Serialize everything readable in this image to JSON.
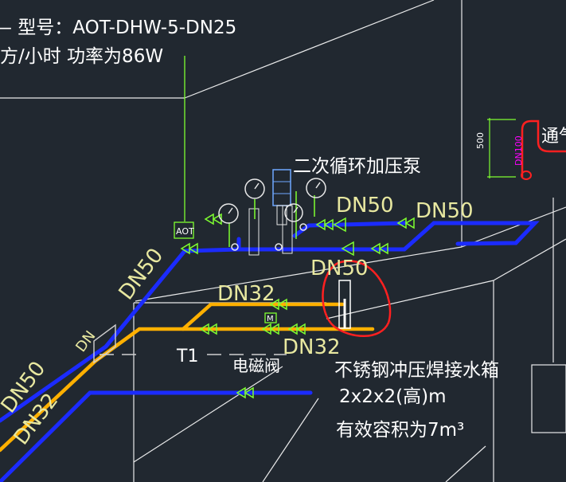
{
  "header": {
    "model_line": "—  型号：AOT-DHW-5-DN25",
    "power_line": "方/小时 功率为86W"
  },
  "labels": {
    "pump_title": "二次循环加压泵",
    "aot": "AOT",
    "dn50_diag": "DN50",
    "dn50_pump": "DN50",
    "dn50_right": "DN50",
    "dn50_tank": "DN50",
    "dn32_top": "DN32",
    "dn32_bottom": "DN32",
    "dn50_lower_left": "DN50",
    "dn32_lower_left": "DN32",
    "dn_small_diag": "DN",
    "m": "M",
    "t1": "T1",
    "solenoid": "电磁阀",
    "tank_title": "不锈钢冲压焊接水箱",
    "tank_size": "2x2x2(高)m",
    "tank_volume": "有效容积为7m³",
    "vent_dim": "500",
    "vent_dn": "DN100",
    "vent_label": "通气"
  },
  "colors": {
    "background": "#212830",
    "blue_pipe": "#1b2bff",
    "orange_pipe": "#ffb000",
    "green": "#7fff30",
    "red": "#ff2020",
    "magenta": "#ff00ff",
    "white": "#ffffff"
  }
}
